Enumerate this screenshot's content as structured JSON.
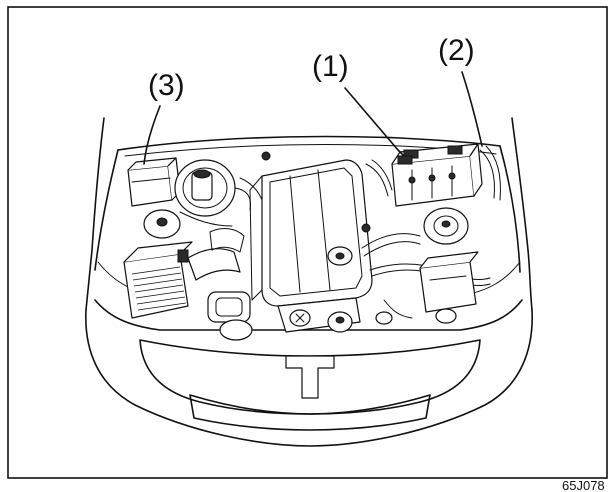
{
  "callouts": [
    {
      "id": "1",
      "label": "(1)"
    },
    {
      "id": "2",
      "label": "(2)"
    },
    {
      "id": "3",
      "label": "(3)"
    }
  ],
  "figure_code": "65J078"
}
